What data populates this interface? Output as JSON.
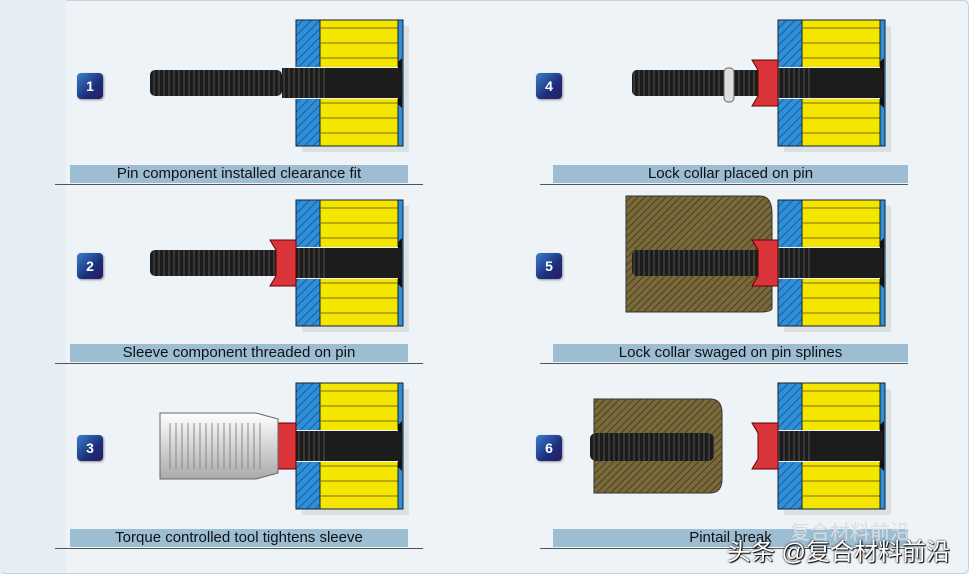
{
  "steps": [
    {
      "number": "1",
      "caption": "Pin component installed clearance fit",
      "variant": "pin"
    },
    {
      "number": "2",
      "caption": "Sleeve component threaded on pin",
      "variant": "sleeve"
    },
    {
      "number": "3",
      "caption": "Torque controlled tool tightens sleeve",
      "variant": "tool"
    },
    {
      "number": "4",
      "caption": "Lock collar placed on pin",
      "variant": "collar"
    },
    {
      "number": "5",
      "caption": "Lock collar swaged on pin splines",
      "variant": "swage"
    },
    {
      "number": "6",
      "caption": "Pintail break",
      "variant": "break"
    }
  ],
  "watermark": {
    "primary": "头条 @复合材料前沿",
    "secondary": "复合材料前沿"
  },
  "colors": {
    "composite": "#2f8fd8",
    "metal": "#f5e600",
    "pin": "#1c1c1c",
    "sleeve": "#d8343a",
    "tool": "#7a6a3a",
    "badge": "#1b2f7a",
    "caption_bar": "#9dbdd2"
  }
}
